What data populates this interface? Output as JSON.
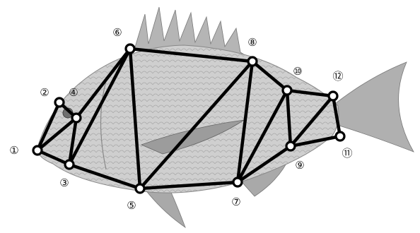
{
  "figure": {
    "subject": "fish-landmark-truss-diagram",
    "colors": {
      "edge": "#000000",
      "node_fill": "#ffffff",
      "fish_body": "#c9c9c9",
      "fin": "#a8a8a8"
    }
  },
  "landmarks": [
    {
      "id": 1,
      "label": "①"
    },
    {
      "id": 2,
      "label": "②"
    },
    {
      "id": 3,
      "label": "③"
    },
    {
      "id": 4,
      "label": "④"
    },
    {
      "id": 5,
      "label": "⑤"
    },
    {
      "id": 6,
      "label": "⑥"
    },
    {
      "id": 7,
      "label": "⑦"
    },
    {
      "id": 8,
      "label": "⑧"
    },
    {
      "id": 9,
      "label": "⑨"
    },
    {
      "id": 10,
      "label": "⑩"
    },
    {
      "id": 11,
      "label": "⑪"
    },
    {
      "id": 12,
      "label": "⑫"
    }
  ],
  "edges": [
    [
      1,
      2
    ],
    [
      2,
      4
    ],
    [
      1,
      4
    ],
    [
      1,
      3
    ],
    [
      3,
      4
    ],
    [
      3,
      6
    ],
    [
      4,
      6
    ],
    [
      3,
      5
    ],
    [
      5,
      6
    ],
    [
      6,
      8
    ],
    [
      5,
      8
    ],
    [
      5,
      7
    ],
    [
      7,
      8
    ],
    [
      8,
      10
    ],
    [
      7,
      10
    ],
    [
      7,
      9
    ],
    [
      9,
      10
    ],
    [
      10,
      12
    ],
    [
      9,
      12
    ],
    [
      9,
      11
    ],
    [
      11,
      12
    ]
  ]
}
